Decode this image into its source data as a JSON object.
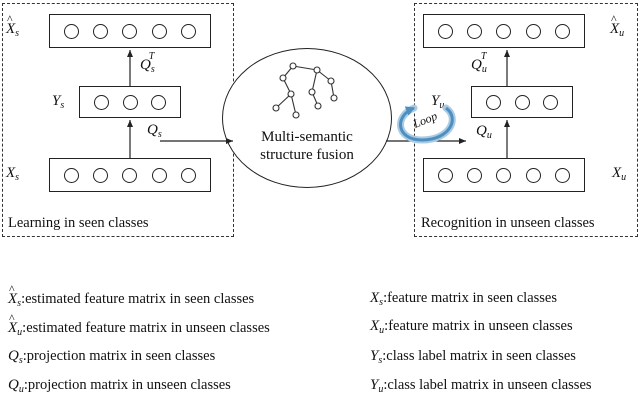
{
  "left_panel": {
    "caption": "Learning in seen classes",
    "top_layer_label": "X_s-hat",
    "mid_layer_label": "Y_s",
    "bottom_layer_label": "X_s",
    "edge_mid_to_top": "Q_s^T",
    "edge_bottom_to_mid": "Q_s"
  },
  "center": {
    "line1": "Multi-semantic",
    "line2": "structure fusion"
  },
  "right_panel": {
    "caption": "Recognition in unseen classes",
    "loop_label": "Loop"
  },
  "legend": {
    "xs_hat": ":estimated feature matrix in seen classes",
    "xu_hat": ":estimated feature matrix in unseen classes",
    "qs": ":projection matrix in seen classes",
    "qu": ":projection matrix in unseen classes",
    "xs": ":feature matrix in seen classes",
    "xu": ":feature matrix in unseen classes",
    "ys": ":class label matrix in seen classes",
    "yu": ":class label matrix in unseen classes"
  },
  "colors": {
    "loop_arrow": "#4f8fc0",
    "loop_arrow_light": "#a9cbe4",
    "stroke": "#222222"
  }
}
